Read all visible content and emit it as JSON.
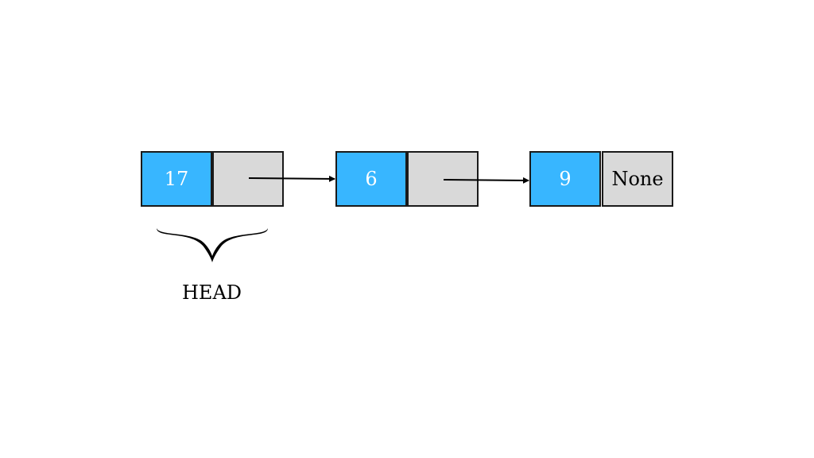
{
  "diagram": {
    "type": "linked-list",
    "nodes": [
      {
        "value": "17",
        "next": ""
      },
      {
        "value": "6",
        "next": ""
      },
      {
        "value": "9",
        "next": "None"
      }
    ],
    "head_label": "HEAD",
    "colors": {
      "data_cell": "#38b6ff",
      "pointer_cell": "#d9d9d9",
      "border": "#1a1a1a"
    }
  }
}
